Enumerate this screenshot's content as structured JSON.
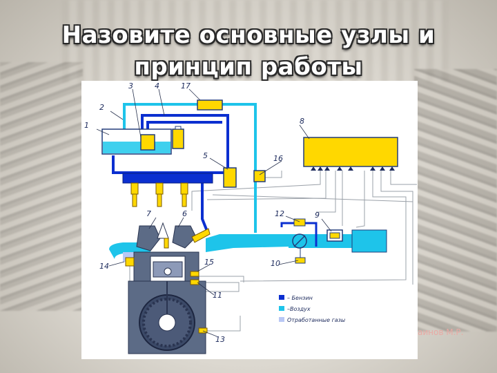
{
  "slide": {
    "title": "Назовите основные узлы и принцип работы",
    "watermark": "аинов М.Р."
  },
  "diagram": {
    "callouts": [
      "1",
      "2",
      "3",
      "4",
      "17",
      "8",
      "5",
      "16",
      "7",
      "6",
      "12",
      "9",
      "14",
      "15",
      "10",
      "11",
      "13"
    ],
    "legend": [
      {
        "label": "– Бензин",
        "color": "#0b2fd0"
      },
      {
        "label": "–Воздух",
        "color": "#1ec4ea"
      },
      {
        "label": "Отработанные газы",
        "color": "#b9c8f5"
      }
    ]
  },
  "colors": {
    "fuel": "#0b2fd0",
    "air": "#1ec4ea",
    "exhaust": "#b9c8f5",
    "ecu": "#ffd800",
    "engine": "#5c6b86"
  }
}
